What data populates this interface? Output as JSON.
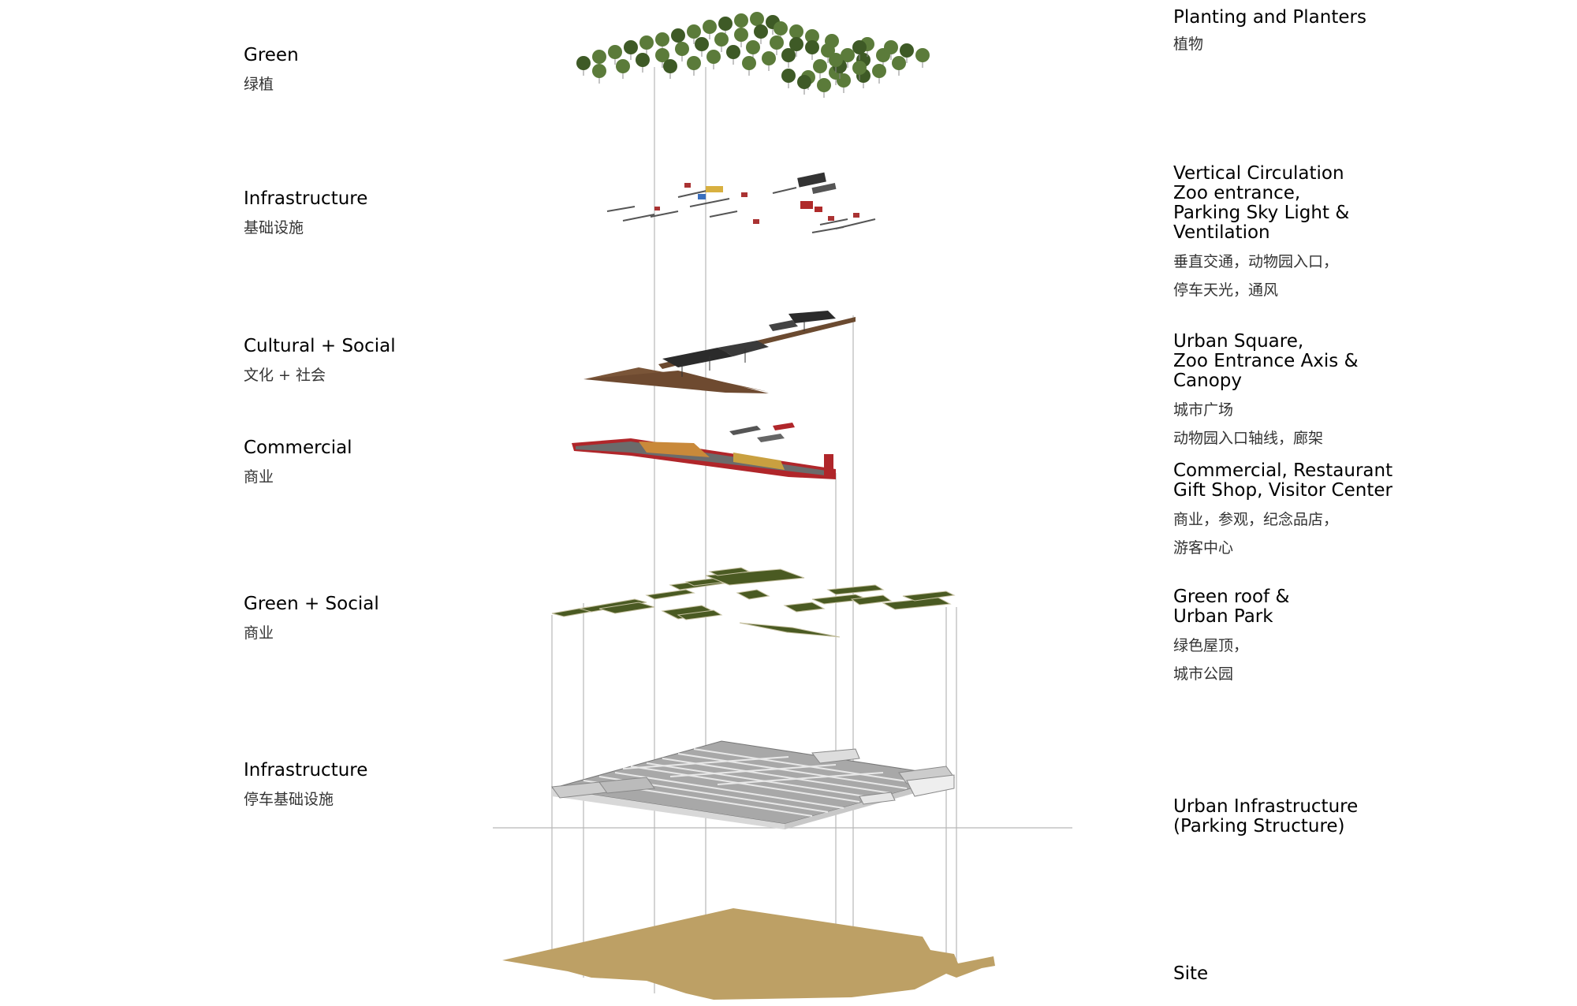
{
  "layers": [
    {
      "id": "planting",
      "left_title": "Green",
      "left_sub": "绿植",
      "right_title": [
        "Planting and Planters"
      ],
      "right_sub": [
        "植物"
      ]
    },
    {
      "id": "vertical-circulation",
      "left_title": "Infrastructure",
      "left_sub": "基础设施",
      "right_title": [
        "Vertical Circulation",
        "Zoo entrance,",
        "Parking Sky Light &",
        "Ventilation"
      ],
      "right_sub": [
        "垂直交通，动物园入口，",
        "停车天光，通风"
      ]
    },
    {
      "id": "urban-square",
      "left_title": "Cultural + Social",
      "left_sub": "文化 + 社会",
      "right_title": [
        "Urban Square,",
        "Zoo Entrance Axis &",
        "Canopy"
      ],
      "right_sub": [
        "城市广场",
        "动物园入口轴线，廊架"
      ]
    },
    {
      "id": "commercial",
      "left_title": "Commercial",
      "left_sub": "商业",
      "right_title": [
        "Commercial, Restaurant",
        "Gift Shop, Visitor Center"
      ],
      "right_sub": [
        "商业，参观，纪念品店，",
        "游客中心"
      ]
    },
    {
      "id": "green-roof",
      "left_title": "Green + Social",
      "left_sub": "商业",
      "right_title": [
        "Green roof &",
        "Urban Park"
      ],
      "right_sub": [
        "绿色屋顶，",
        "城市公园"
      ]
    },
    {
      "id": "parking",
      "left_title": "Infrastructure",
      "left_sub": "停车基础设施",
      "right_title": [
        "Urban Infrastructure",
        "(Parking Structure)"
      ],
      "right_sub": []
    },
    {
      "id": "site",
      "left_title": "",
      "left_sub": "",
      "right_title": [
        "Site"
      ],
      "right_sub": []
    }
  ],
  "colors": {
    "tree": "#5b7b3a",
    "tree_dark": "#3e5a26",
    "canopy_dark": "#2b2b2b",
    "square_brown": "#7a5538",
    "commercial_red": "#b0262a",
    "green_roof": "#4a5a22",
    "parking_grey": "#9a9a9a",
    "site_tan": "#bda065",
    "guide_line": "#b8b8b8"
  }
}
